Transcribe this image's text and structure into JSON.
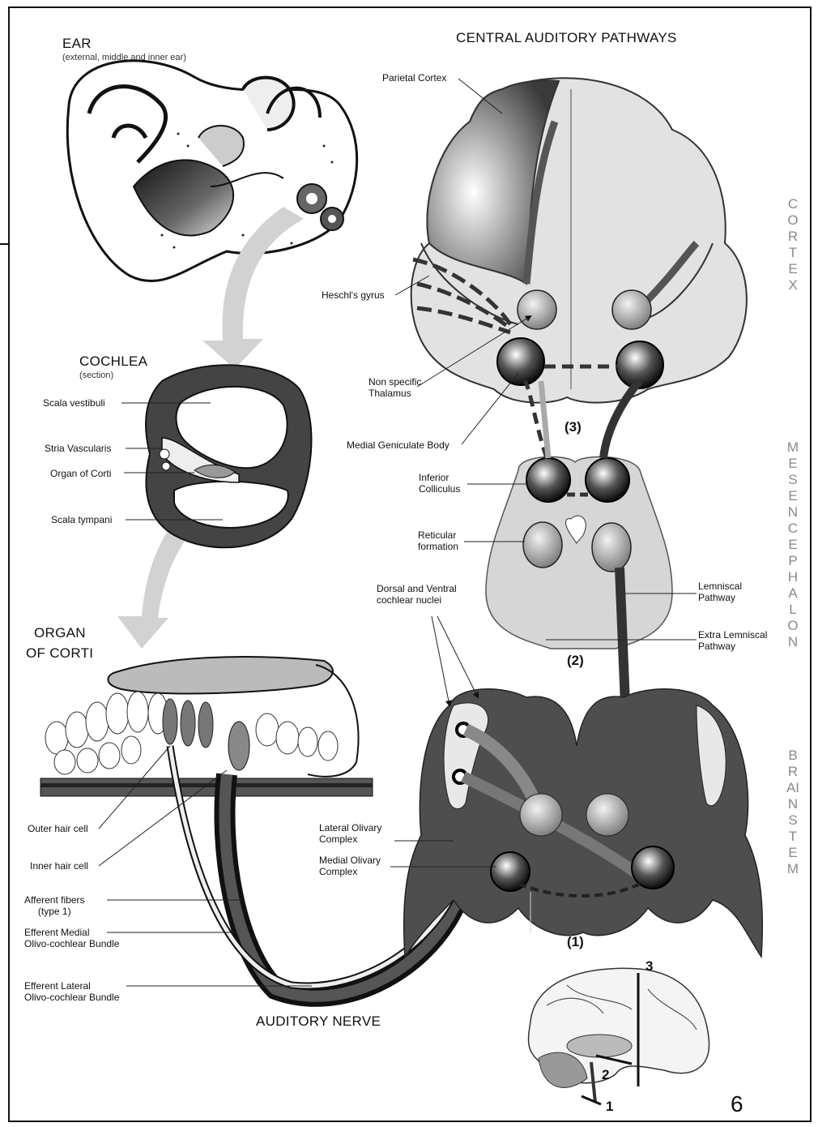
{
  "ear": {
    "title": "EAR",
    "subtitle": "(external, middle and inner ear)"
  },
  "central": {
    "title": "CENTRAL AUDITORY PATHWAYS"
  },
  "cochlea": {
    "title": "COCHLEA",
    "subtitle": "(section)",
    "labels": [
      "Scala vestibuli",
      "Stria Vascularis",
      "Organ of Corti",
      "Scala tympani"
    ]
  },
  "organ": {
    "title_line1": "ORGAN",
    "title_line2": "OF CORTI",
    "labels": [
      "Outer hair cell",
      "Inner hair cell",
      "Afferent fibers\n(type 1)",
      "Efferent Medial\nOlivo-cochlear Bundle",
      "Efferent Lateral\nOlivo-cochlear Bundle"
    ]
  },
  "nerve": {
    "title": "AUDITORY NERVE"
  },
  "brain_labels": {
    "parietal": "Parietal Cortex",
    "heschl": "Heschl's gyrus",
    "nonspecific": "Non specific\nThalamus",
    "mgb": "Medial Geniculate Body",
    "inferior": "Inferior\nColliculus",
    "reticular": "Reticular\nformation",
    "dorsal": "Dorsal and Ventral\ncochlear nuclei",
    "lemniscal": "Lemniscal\nPathway",
    "extra": "Extra Lemniscal\nPathway",
    "lateral_olivary": "Lateral Olivary\nComplex",
    "medial_olivary": "Medial Olivary\nComplex"
  },
  "levels": {
    "l3": "(3)",
    "l2": "(2)",
    "l1": "(1)"
  },
  "side_labels": {
    "cortex": "CORTEX",
    "mesencephalon": "MESENCEPHALON",
    "brainstem": "BRAINSTEM"
  },
  "inset": {
    "n1": "1",
    "n2": "2",
    "n3": "3"
  },
  "page_number": "6"
}
